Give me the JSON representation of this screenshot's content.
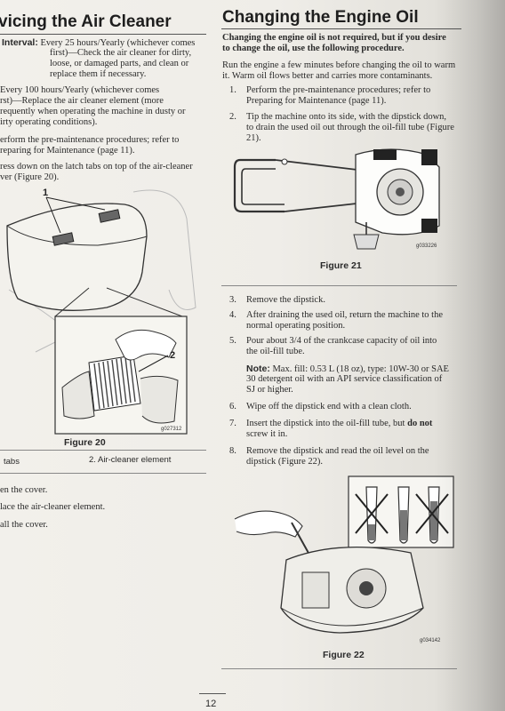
{
  "left": {
    "title": "vicing the Air Cleaner",
    "interval_label": "Interval:",
    "interval_line1": "Every 25 hours/Yearly (whichever comes",
    "interval_line2": "first)—Check the air cleaner for dirty,",
    "interval_line3": "loose, or damaged parts, and clean or",
    "interval_line4": "replace them if necessary.",
    "every100_line1": "Every 100 hours/Yearly (whichever comes",
    "every100_line2": "rst)—Replace the air cleaner element (more",
    "every100_line3": "requently when operating the machine in dusty or",
    "every100_line4": "irty operating conditions).",
    "step_perform_line1": "erform the pre-maintenance procedures; refer to",
    "step_perform_line2": "reparing for Maintenance (page 11).",
    "step_press_line1": "ress down on the latch tabs on top of the air-cleaner",
    "step_press_line2": "ver (Figure 20).",
    "figure20": {
      "callout1": "1",
      "callout2": "2",
      "code": "g027312",
      "caption": "Figure 20"
    },
    "legend_item1": "tabs",
    "legend_item2": "2.   Air-cleaner element",
    "step_open": "en the cover.",
    "step_replace": "lace the air-cleaner element.",
    "step_install": "all the cover."
  },
  "right": {
    "title": "Changing the Engine Oil",
    "intro_line1": "Changing the engine oil is not required, but if you desire",
    "intro_line2": "to change the oil, use the following procedure.",
    "run_line1": "Run the engine a few minutes before changing the oil to warm",
    "run_line2": "it. Warm oil flows better and carries more contaminants.",
    "steps_top": [
      {
        "num": "1.",
        "line1": "Perform the pre-maintenance procedures; refer to",
        "line2": "Preparing for Maintenance (page 11)."
      },
      {
        "num": "2.",
        "line1": "Tip the machine onto its side, with the dipstick down,",
        "line2": "to drain the used oil out through the oil-fill tube (Figure",
        "line3": "21)."
      }
    ],
    "figure21": {
      "code": "g033226",
      "caption": "Figure 21"
    },
    "steps_mid": [
      {
        "num": "3.",
        "line1": "Remove the dipstick."
      },
      {
        "num": "4.",
        "line1": "After draining the used oil, return the machine to the",
        "line2": "normal operating position."
      },
      {
        "num": "5.",
        "line1": "Pour about 3/4 of the crankcase capacity of oil into",
        "line2": "the oil-fill tube."
      }
    ],
    "note": {
      "label": "Note:",
      "line1": " Max. fill: 0.53 L (18 oz), type: 10W-30 or SAE",
      "line2": "30 detergent oil with an API service classification of",
      "line3": "SJ or higher."
    },
    "steps_low": [
      {
        "num": "6.",
        "line1": "Wipe off the dipstick end with a clean cloth."
      },
      {
        "num": "7.",
        "line1": "Insert the dipstick into the oil-fill tube, but ",
        "bold": "do not",
        "line2": "screw it in."
      },
      {
        "num": "8.",
        "line1": "Remove the dipstick and read the oil level on the",
        "line2": "dipstick (Figure 22)."
      }
    ],
    "figure22": {
      "code": "g034142",
      "caption": "Figure 22"
    }
  },
  "footer": {
    "page_number": "12"
  }
}
